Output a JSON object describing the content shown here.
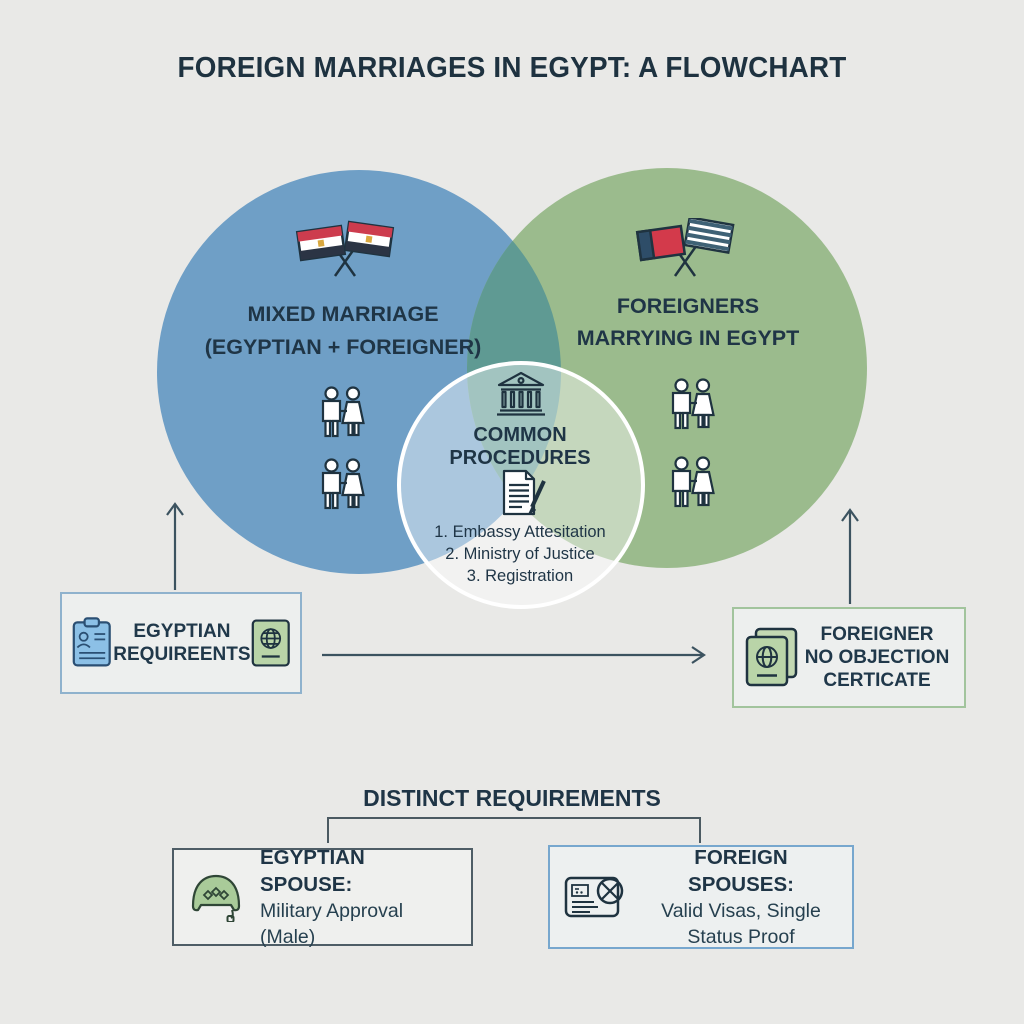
{
  "title": "FOREIGN MARRIAGES IN EGYPT: A FLOWCHART",
  "venn": {
    "left": {
      "line1": "MIXED MARRIAGE",
      "line2": "(EGYPTIAN + FOREIGNER)"
    },
    "right": {
      "line1": "FOREIGNERS",
      "line2": "MARRYING IN EGYPT"
    },
    "center": {
      "line1": "COMMON",
      "line2": "PROCEDURES",
      "steps": [
        "1. Embassy Attesitation",
        "2. Ministry of Justice",
        "3. Registration"
      ]
    }
  },
  "boxes": {
    "egyptian_requirements": {
      "line1": "EGYPTIAN",
      "line2": "REQUIREENTS"
    },
    "foreigner_noc": {
      "line1": "FOREIGNER",
      "line2": "NO OBJECTION",
      "line3": "CERTICATE"
    }
  },
  "distinct": {
    "heading": "DISTINCT REQUIREMENTS",
    "egyptian_spouse": {
      "title": "EGYPTIAN SPOUSE:",
      "detail": "Military Approval (Male)"
    },
    "foreign_spouses": {
      "title": "FOREIGN SPOUSES:",
      "detail": "Valid Visas, Single Status Proof"
    }
  },
  "icons": {
    "left_circle": "crossed-egyptian-flags-icon",
    "right_circle": "crossed-foreign-flags-icon",
    "couples": "married-couple-icon",
    "center_top": "government-building-icon",
    "center_mid": "document-pen-icon",
    "left_box": [
      "clipboard-person-icon",
      "passport-globe-icon"
    ],
    "right_box": "passport-stack-icon",
    "bottom_left_box": "military-helmet-icon",
    "bottom_right_box": "visa-id-card-icon"
  },
  "colors": {
    "background": "#e9e9e7",
    "text": "#1f3546",
    "left_circle": "#6f9fc6",
    "right_circle": "#9bbb8d",
    "overlap": "#5f9a93",
    "center_circle_fill": "rgba(255,255,255,0.42)",
    "center_circle_border": "#ffffff",
    "blue_box_border": "#8fb2cd",
    "green_box_border": "#a2c49d",
    "dark_box_border": "#4e5d66",
    "blue2_box_border": "#77a7ce",
    "arrow": "#3c5360",
    "egypt_flag_red": "#cd3c4e",
    "egypt_flag_black": "#2b3444",
    "egypt_flag_gold": "#d9a840",
    "foreign_flag_navy": "#2e4d68",
    "foreign_flag_red": "#d33a4b",
    "foreign_flag_teal": "#3e6175",
    "icon_blue": "#8cc0e6",
    "icon_green": "#b9d4a8"
  }
}
